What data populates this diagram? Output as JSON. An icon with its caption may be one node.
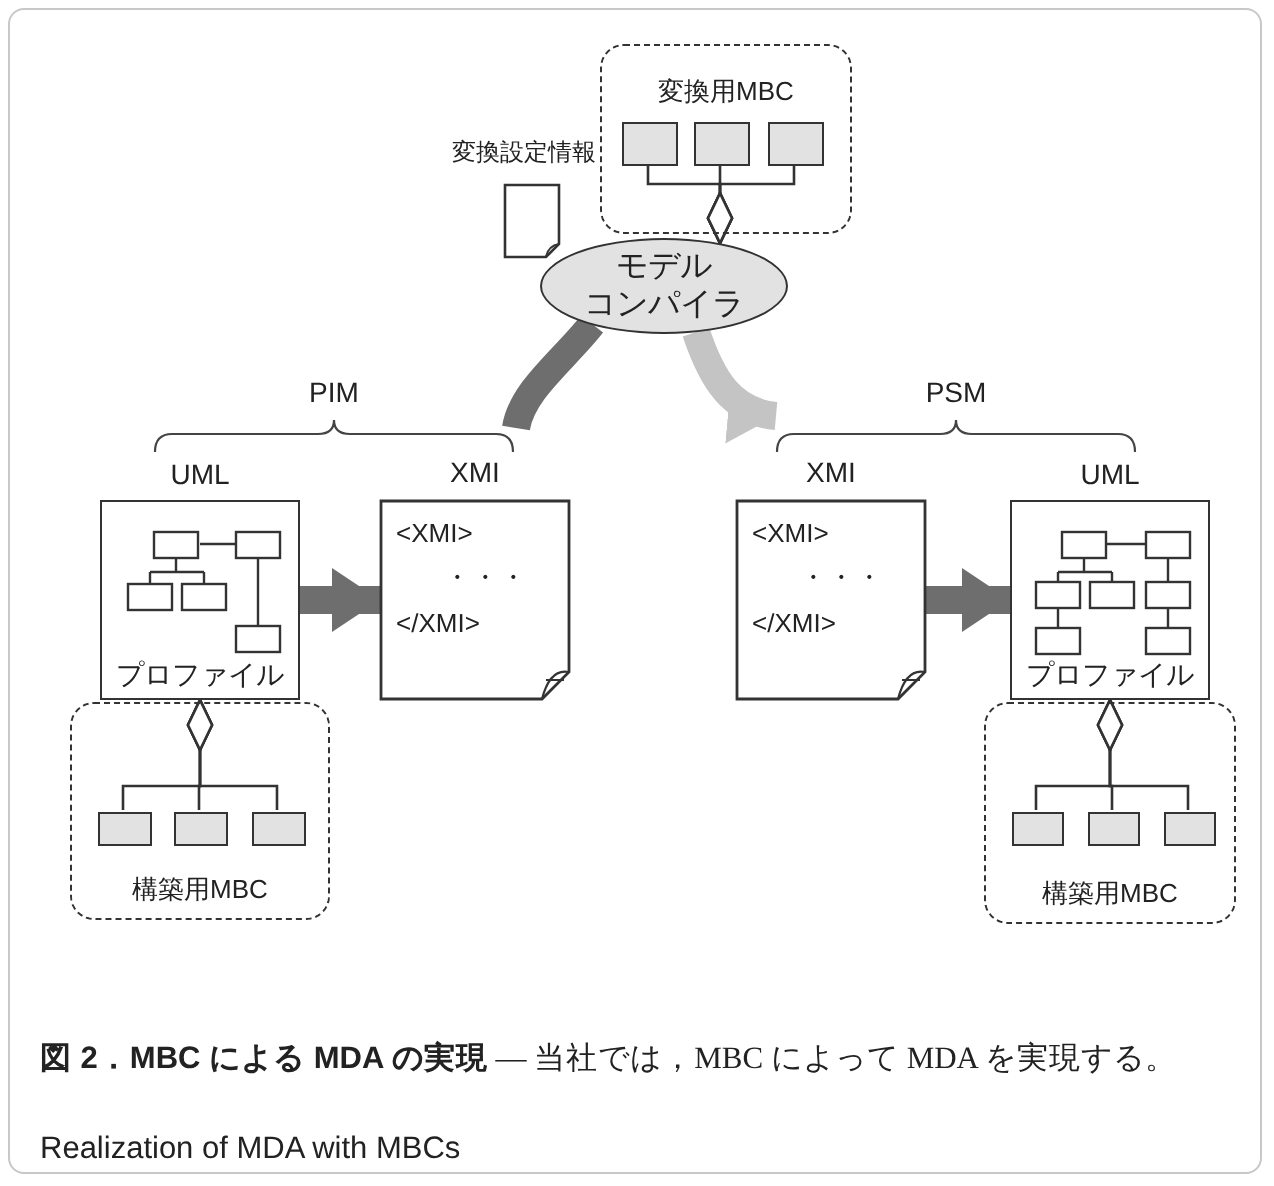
{
  "diagram": {
    "caption": "**図 2．MBC による MDA の実現** — 当社では，MBC によって MDA を実現する。",
    "nodes": [
      {
        "text": [
          "変換用MBC"
        ]
      },
      {
        "text": [],
        "shape": "box",
        "in": 0
      },
      {
        "text": [],
        "shape": "box",
        "in": 0
      },
      {
        "text": [],
        "shape": "box",
        "in": 0
      },
      {
        "text": [
          "変換設定情報"
        ]
      },
      {
        "text": [
          "モデルコンパイラ"
        ]
      },
      {
        "text": [
          "UML",
          "プロファイル"
        ]
      },
      {
        "text": [
          "XMI",
          "<XMI>",
          "・・・",
          "</XMI>"
        ]
      },
      {
        "text": [
          "構築用MBC"
        ]
      },
      {
        "text": [],
        "shape": "box",
        "in": 8
      },
      {
        "text": [],
        "shape": "box",
        "in": 8
      },
      {
        "text": [],
        "shape": "box",
        "in": 8
      },
      {
        "text": [
          "XMI",
          "<XMI>",
          "・・・",
          "</XMI>"
        ]
      },
      {
        "text": [
          "UML",
          "プロファイル"
        ]
      },
      {
        "text": [
          "構築用MBC"
        ]
      },
      {
        "text": [],
        "shape": "box",
        "in": 14
      },
      {
        "text": [],
        "shape": "box",
        "in": 14
      },
      {
        "text": [],
        "shape": "box",
        "in": 14
      },
      {
        "text": [
          "PIM"
        ]
      },
      {
        "text": [
          "PSM"
        ]
      }
    ],
    "edges": [
      {
        "from": 1,
        "to": 5,
        "arrow": "other"
      },
      {
        "from": 2,
        "to": 5,
        "arrow": "other"
      },
      {
        "from": 3,
        "to": 5,
        "arrow": "other"
      },
      {
        "from": 18,
        "to": 5,
        "arrow": "none",
        "style": "thick",
        "color": "#6e6e6e"
      },
      {
        "from": 5,
        "to": 19,
        "arrow": "to",
        "style": "thick",
        "color": "#c4c4c4"
      },
      {
        "from": 6,
        "to": 7,
        "arrow": "to",
        "style": "thick",
        "color": "#6e6e6e"
      },
      {
        "from": 9,
        "to": 6,
        "arrow": "other"
      },
      {
        "from": 10,
        "to": 6,
        "arrow": "other"
      },
      {
        "from": 11,
        "to": 6,
        "arrow": "other"
      },
      {
        "from": 12,
        "to": 13,
        "arrow": "to",
        "style": "thick",
        "color": "#6e6e6e"
      },
      {
        "from": 15,
        "to": 13,
        "arrow": "other"
      },
      {
        "from": 16,
        "to": 13,
        "arrow": "other"
      },
      {
        "from": 17,
        "to": 13,
        "arrow": "other"
      }
    ],
    "labels": [
      "Realization of MDA with MBCs"
    ]
  }
}
